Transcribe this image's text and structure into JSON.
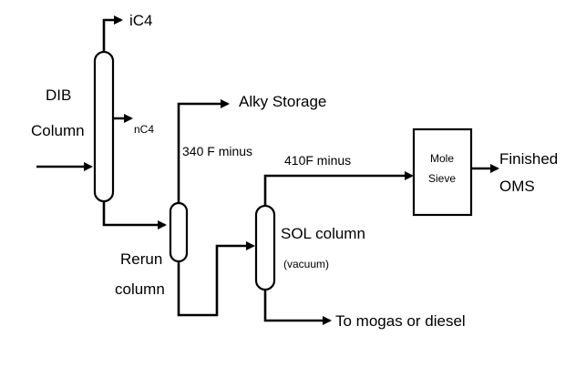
{
  "labels": {
    "ic4": "iC4",
    "nc4": "nC4",
    "dib_line1": "DIB",
    "dib_line2": "Column",
    "alky_storage": "Alky Storage",
    "f340_minus": "340 F minus",
    "f410_minus": "410F minus",
    "mole_line1": "Mole",
    "mole_line2": "Sieve",
    "finished_line1": "Finished",
    "finished_line2": "OMS",
    "sol_column": "SOL column",
    "vacuum": "(vacuum)",
    "rerun_line1": "Rerun",
    "rerun_line2": "column",
    "to_mogas": "To mogas or diesel"
  },
  "colors": {
    "stroke": "#000000",
    "background": "#ffffff",
    "sieve_fill": "#ffffff"
  }
}
